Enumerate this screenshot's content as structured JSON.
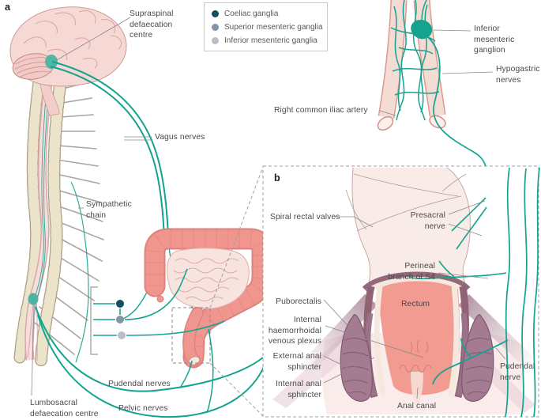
{
  "panels": {
    "a": "a",
    "b": "b"
  },
  "legend": {
    "items": [
      {
        "label": "Coeliac ganglia",
        "color": "#12505e"
      },
      {
        "label": "Superior mesenteric ganglia",
        "color": "#8494a5"
      },
      {
        "label": "Inferior mesenteric ganglia",
        "color": "#b9bfc9"
      }
    ]
  },
  "labels": {
    "supraspinal": "Supraspinal\ndefaecation\ncentre",
    "vagus": "Vagus nerves",
    "sympathetic": "Sympathetic\nchain",
    "lumbosacral": "Lumbosacral\ndefaecation centre",
    "pudendal_nerves": "Pudendal nerves",
    "pelvic_nerves": "Pelvic nerves",
    "inferior_mesenteric_ganglion": "Inferior mesenteric\nganglion",
    "hypogastric_nerves": "Hypogastric\nnerves",
    "right_common_iliac_artery": "Right common iliac artery",
    "spiral_rectal_valves": "Spiral rectal valves",
    "presacral_nerve": "Presacral\nnerve",
    "perineal_branch": "Perineal\nbranch of S4",
    "puborectalis": "Puborectalis",
    "internal_haemorrhoidal": "Internal\nhaemorrhoidal\nvenous plexus",
    "external_anal_sphincter": "External anal\nsphincter",
    "internal_anal_sphincter": "Internal anal\nsphincter",
    "rectum": "Rectum",
    "anal_canal": "Anal canal",
    "pudendal_nerve": "Pudendal\nnerve"
  },
  "palette": {
    "nerve": "#14a38f",
    "centre": "#4db4a3",
    "colon": "#f0968e",
    "colon_outline": "#db837c",
    "bone": "#ebe3ca",
    "rectum_interior": "#f29b91",
    "sphincter": "#a57b91",
    "wall_mauve": "#8f6374"
  }
}
